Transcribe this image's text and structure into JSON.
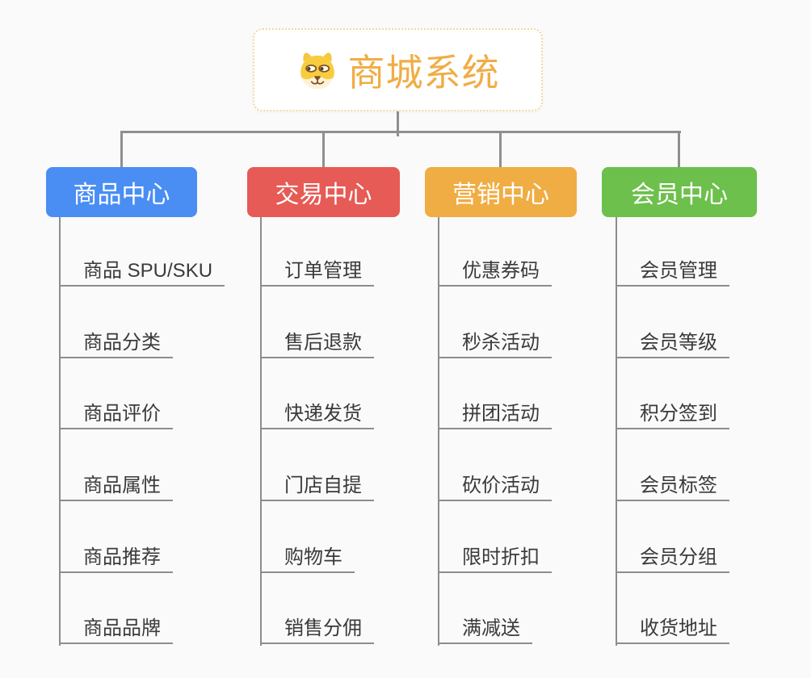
{
  "root": {
    "title": "商城系统",
    "icon": "doge-icon"
  },
  "branches": [
    {
      "label": "商品中心",
      "color": "#4a8ef4",
      "items": [
        "商品 SPU/SKU",
        "商品分类",
        "商品评价",
        "商品属性",
        "商品推荐",
        "商品品牌"
      ]
    },
    {
      "label": "交易中心",
      "color": "#e65b55",
      "items": [
        "订单管理",
        "售后退款",
        "快递发货",
        "门店自提",
        "购物车",
        "销售分佣"
      ]
    },
    {
      "label": "营销中心",
      "color": "#f0ad43",
      "items": [
        "优惠券码",
        "秒杀活动",
        "拼团活动",
        "砍价活动",
        "限时折扣",
        "满减送"
      ]
    },
    {
      "label": "会员中心",
      "color": "#6cc04b",
      "items": [
        "会员管理",
        "会员等级",
        "积分签到",
        "会员标签",
        "会员分组",
        "收货地址"
      ]
    }
  ],
  "colors": {
    "canvas_bg": "#fafafa",
    "connector_line": "#8f8f8f",
    "leaf_underline": "#8d8d8d",
    "leaf_text": "#3a3a3a",
    "root_text": "#f0ad45",
    "root_border": "#f3d8a2"
  }
}
